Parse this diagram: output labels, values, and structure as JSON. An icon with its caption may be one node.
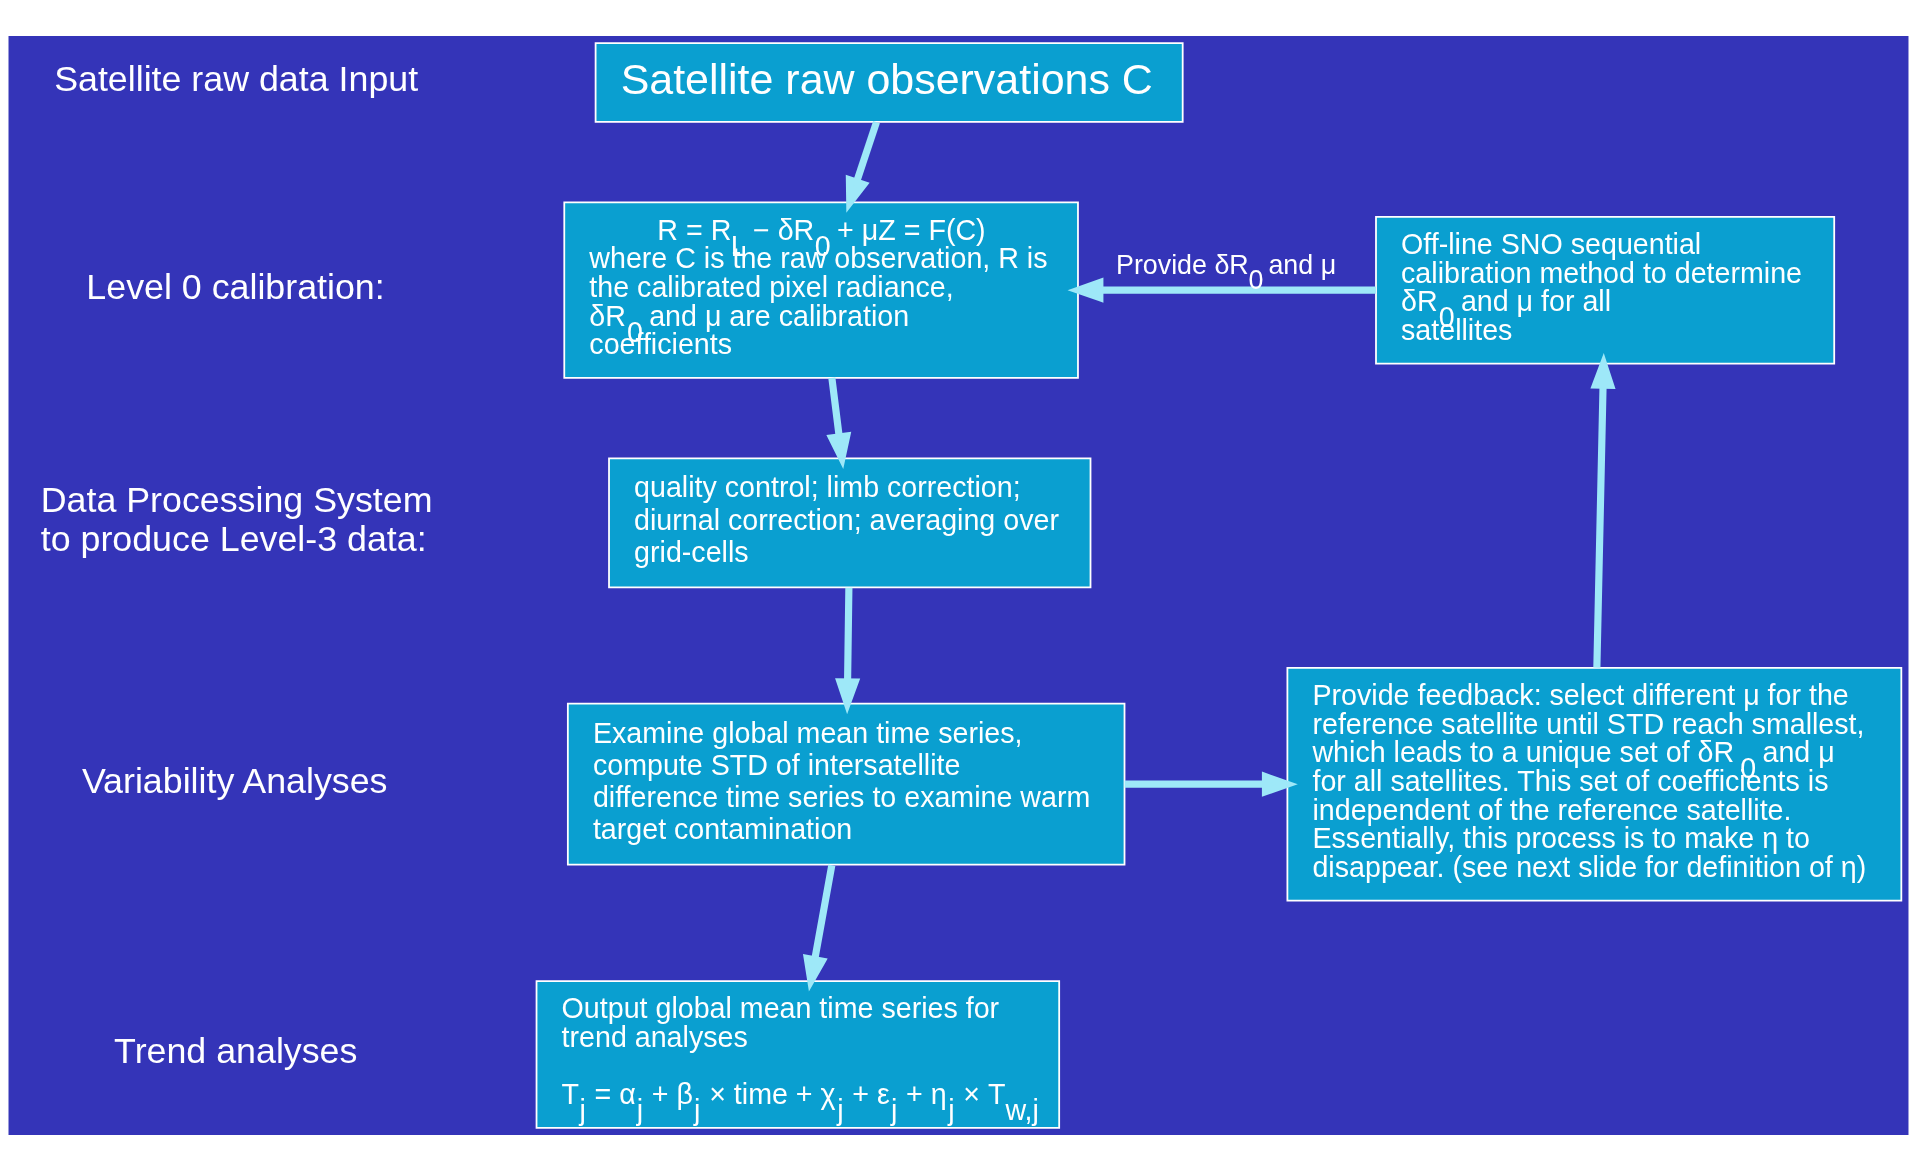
{
  "diagram": {
    "nodes": [
      {
        "text": [
          "Satellite raw observations C"
        ]
      },
      {
        "text": [
          "R = R$_{L}$ − δR$_{0}$ + μZ = F(C)",
          "where C is the raw observation, R is the calibrated pixel radiance, δR$_{0}$ and μ are calibration coefficients"
        ]
      },
      {
        "text": [
          "Off-line SNO sequential calibration method to determine δR$_{0}$ and μ for all satellites"
        ]
      },
      {
        "text": [
          "quality control; limb correction; diurnal correction; averaging over grid-cells"
        ]
      },
      {
        "text": [
          "Examine global mean time series, compute STD of intersatellite difference time series to examine warm target contamination"
        ]
      },
      {
        "text": [
          "Provide feedback: select different μ for the reference satellite until STD reach smallest, which leads to a unique set of δR$_{0}$ and μ for all satellites. This set of coefficients is independent of the reference satellite. Essentially, this process is to make η to disappear. (see next slide for definition of η)"
        ]
      },
      {
        "text": [
          "Output global mean time series for trend analyses",
          "T$_{j}$ = α$_{j}$ + β$_{j}$ × time + χ$_{j}$ + ε$_{j}$ + η$_{j}$ × T$_{w,j}$"
        ]
      }
    ],
    "edges": [
      {
        "from": 0,
        "to": 1,
        "arrow": "to"
      },
      {
        "from": 2,
        "to": 1,
        "arrow": "to",
        "label": "Provide δR$_{0}$ and μ"
      },
      {
        "from": 1,
        "to": 3,
        "arrow": "to"
      },
      {
        "from": 3,
        "to": 4,
        "arrow": "to"
      },
      {
        "from": 4,
        "to": 5,
        "arrow": "to"
      },
      {
        "from": 5,
        "to": 2,
        "arrow": "to"
      },
      {
        "from": 4,
        "to": 6,
        "arrow": "to"
      }
    ],
    "labels": [
      "Satellite raw data Input",
      "Level 0 calibration:",
      "Data Processing System to produce Level-3 data:",
      "Variability Analyses",
      "Trend analyses"
    ]
  }
}
